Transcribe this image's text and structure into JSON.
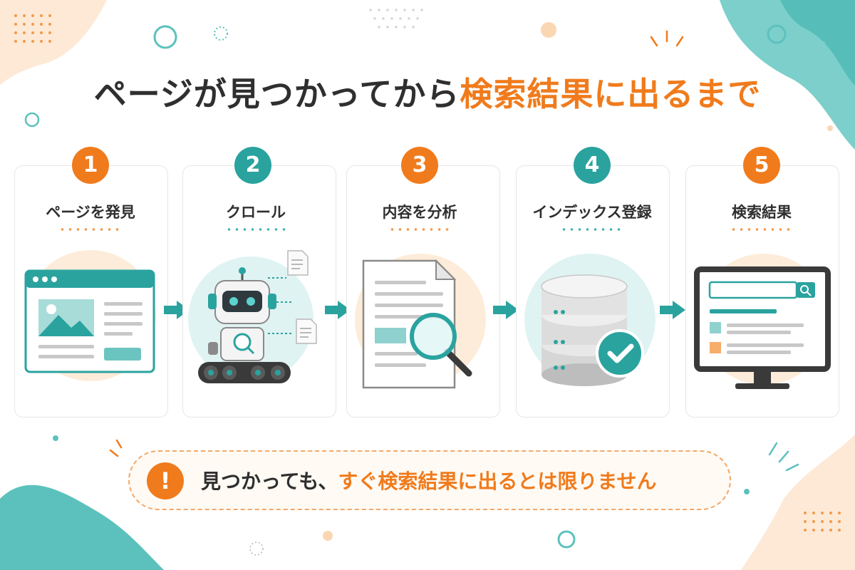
{
  "title": {
    "prefix": "ページが見つかってから",
    "highlight": "検索結果に出るまで"
  },
  "steps": [
    {
      "number": "1",
      "label": "ページを発見",
      "icon": "browser-window-icon",
      "color": "#f07b1c"
    },
    {
      "number": "2",
      "label": "クロール",
      "icon": "crawler-robot-icon",
      "color": "#2aa39f"
    },
    {
      "number": "3",
      "label": "内容を分析",
      "icon": "document-magnifier-icon",
      "color": "#f07b1c"
    },
    {
      "number": "4",
      "label": "インデックス登録",
      "icon": "database-check-icon",
      "color": "#2aa39f"
    },
    {
      "number": "5",
      "label": "検索結果",
      "icon": "search-results-monitor-icon",
      "color": "#f07b1c"
    }
  ],
  "note": {
    "prefix": "見つかっても、",
    "highlight": "すぐ検索結果に出るとは限りません",
    "icon": "exclamation-icon"
  },
  "colors": {
    "orange": "#f07b1c",
    "teal": "#2aa39f",
    "text": "#2f2f2f"
  }
}
